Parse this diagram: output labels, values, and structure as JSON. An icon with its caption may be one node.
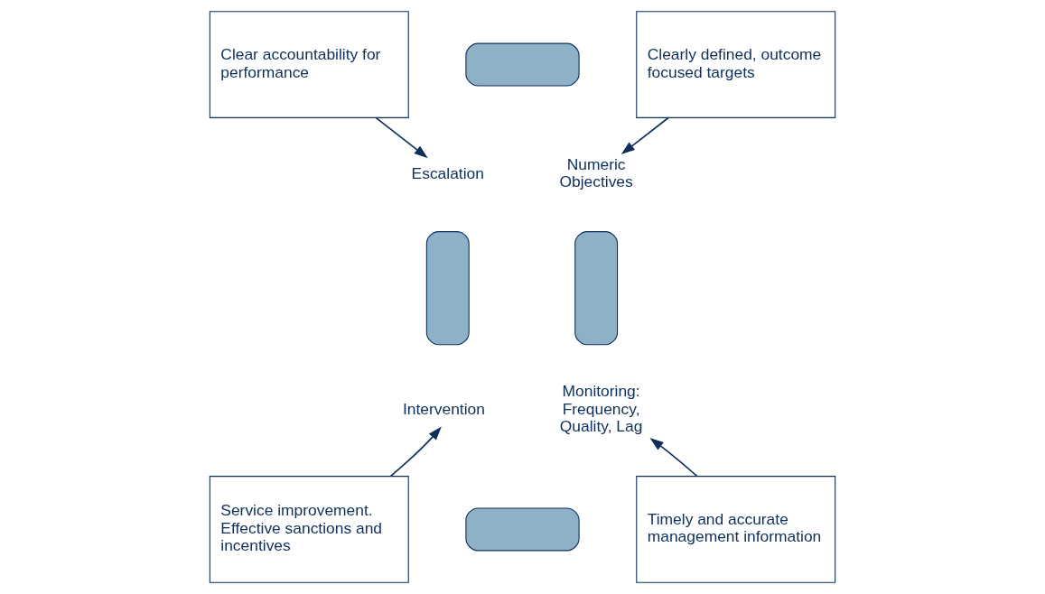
{
  "diagram": {
    "nodes": [
      {
        "text": [
          "Clear accountability for performance"
        ]
      },
      {
        "text": [],
        "shape": "arc"
      },
      {
        "text": [
          "Clearly defined, outcome focused targets"
        ]
      },
      {
        "text": [
          "Escalation"
        ]
      },
      {
        "text": [
          "Numeric Objectives"
        ]
      },
      {
        "text": [],
        "shape": "arc"
      },
      {
        "text": [],
        "shape": "arc"
      },
      {
        "text": [
          "Intervention"
        ]
      },
      {
        "text": [
          "Monitoring: Frequency, Quality, Lag"
        ]
      },
      {
        "text": [
          "Timely and accurate management information"
        ]
      },
      {
        "text": [],
        "shape": "arc"
      },
      {
        "text": [
          "Service improvement. Effective sanctions and incentives"
        ]
      }
    ],
    "edges": [
      {
        "from": 0,
        "to": 3,
        "arrow": "to"
      },
      {
        "from": 2,
        "to": 4,
        "arrow": "to"
      },
      {
        "from": 11,
        "to": 7,
        "arrow": "to"
      },
      {
        "from": 9,
        "to": 8,
        "arrow": "to"
      }
    ]
  }
}
